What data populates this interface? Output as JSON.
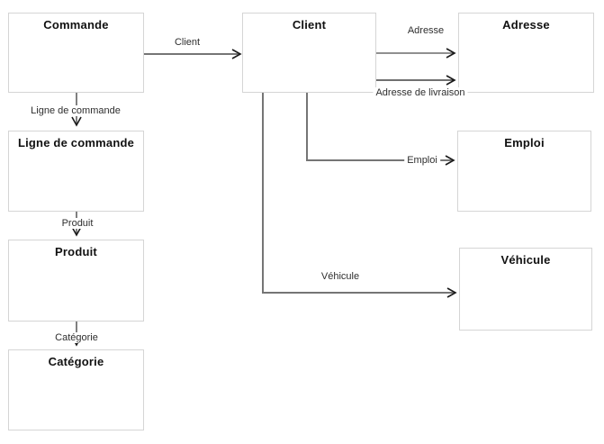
{
  "diagram": {
    "nodes": [
      {
        "id": "commande",
        "title": "Commande"
      },
      {
        "id": "ligne",
        "title": "Ligne de commande"
      },
      {
        "id": "produit",
        "title": "Produit"
      },
      {
        "id": "categorie",
        "title": "Catégorie"
      },
      {
        "id": "client",
        "title": "Client"
      },
      {
        "id": "adresse",
        "title": "Adresse"
      },
      {
        "id": "emploi",
        "title": "Emploi"
      },
      {
        "id": "vehicule",
        "title": "Véhicule"
      }
    ],
    "edges": [
      {
        "from": "Commande",
        "to": "Client",
        "label": "Client"
      },
      {
        "from": "Commande",
        "to": "Ligne de commande",
        "label": "Ligne de commande"
      },
      {
        "from": "Client",
        "to": "Adresse",
        "label": "Adresse"
      },
      {
        "from": "Client",
        "to": "Adresse",
        "label": "Adresse de livraison"
      },
      {
        "from": "Client",
        "to": "Emploi",
        "label": "Emploi"
      },
      {
        "from": "Client",
        "to": "Véhicule",
        "label": "Véhicule"
      },
      {
        "from": "Ligne de commande",
        "to": "Produit",
        "label": "Produit"
      },
      {
        "from": "Produit",
        "to": "Catégorie",
        "label": "Catégorie"
      }
    ],
    "colors": {
      "node_border": "#d5d5d5",
      "node_fill": "#ffffff",
      "connector_gray": "#757575",
      "connector_dark": "#3d3d3d",
      "arrowhead": "#1a1a1a",
      "title_text": "#111111",
      "label_text": "#2e2e2e"
    }
  }
}
